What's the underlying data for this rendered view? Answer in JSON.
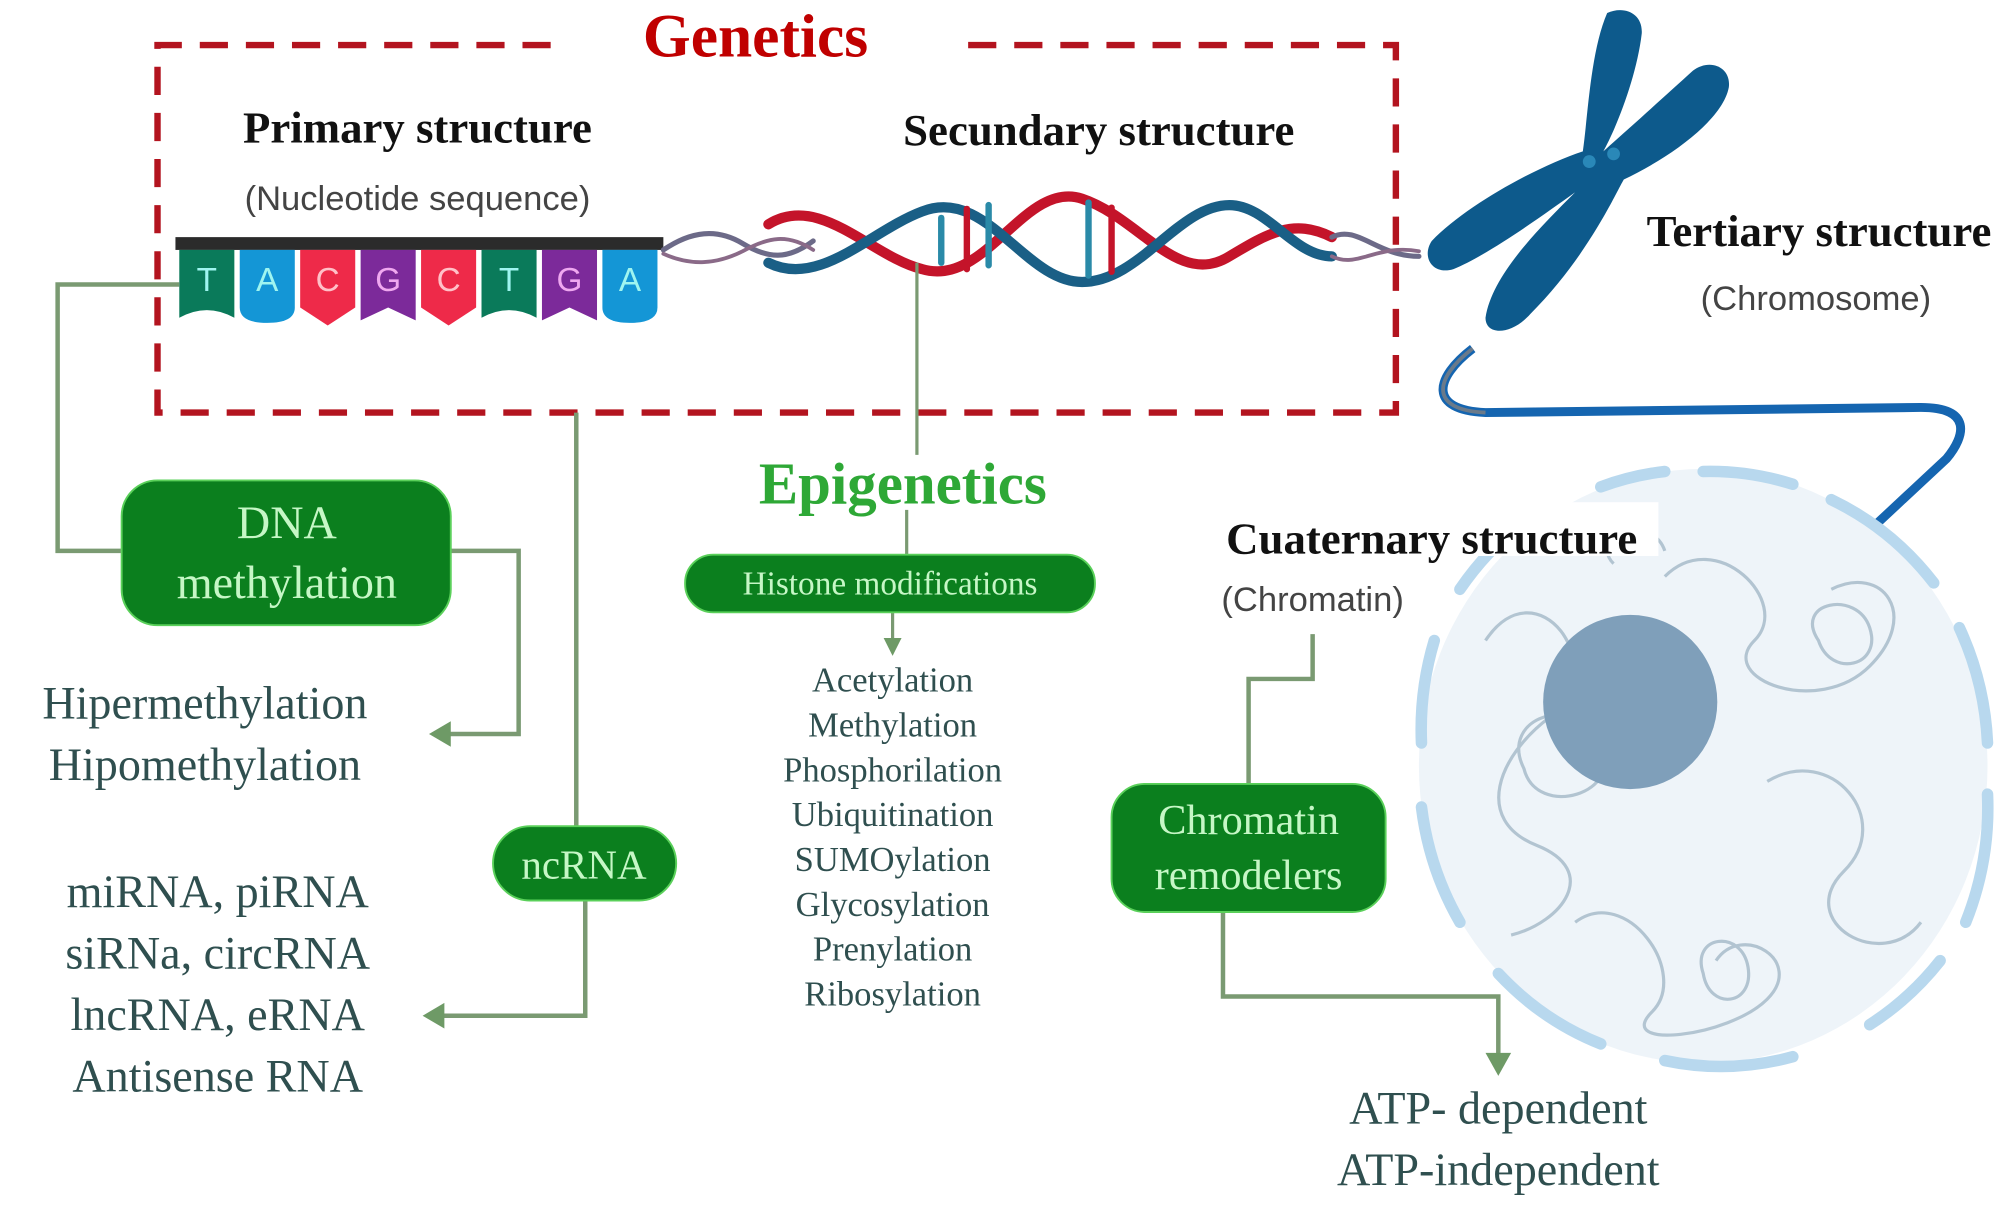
{
  "colors": {
    "genetics_red": "#c00000",
    "dashed_box": "#b3141f",
    "epigenetics_green": "#2ea836",
    "box_green": "#0b7f1e",
    "box_text": "#c6f7c6",
    "connector": "#7a9a72",
    "chromosome_blue": "#0d5a8c",
    "nucleus_fill": "#eef4f9",
    "nucleolus": "#7f9fba",
    "nucleotide_T": "#0a7a5a",
    "nucleotide_A": "#1496d6",
    "nucleotide_C": "#ee2a49",
    "nucleotide_G": "#7c2a9a"
  },
  "genetics": {
    "title": "Genetics",
    "primary": {
      "title": "Primary structure",
      "subtitle": "(Nucleotide sequence)"
    },
    "nucleotides": [
      "T",
      "A",
      "C",
      "G",
      "C",
      "T",
      "G",
      "A"
    ],
    "secondary": {
      "title": "Secundary structure"
    }
  },
  "tertiary": {
    "title": "Tertiary structure",
    "subtitle": "(Chromosome)"
  },
  "quaternary": {
    "title": "Cuaternary structure",
    "subtitle": "(Chromatin)"
  },
  "epigenetics": {
    "title": "Epigenetics",
    "dna_methylation": {
      "label_line1": "DNA",
      "label_line2": "methylation",
      "items": [
        "Hipermethylation",
        "Hipomethylation"
      ]
    },
    "ncrna": {
      "label": "ncRNA",
      "items": [
        "miRNA, piRNA",
        "siRNa, circRNA",
        "lncRNA, eRNA",
        "Antisense RNA"
      ]
    },
    "histone": {
      "label": "Histone modifications",
      "items": [
        "Acetylation",
        "Methylation",
        "Phosphorilation",
        "Ubiquitination",
        "SUMOylation",
        "Glycosylation",
        "Prenylation",
        "Ribosylation"
      ]
    },
    "chromatin_remodelers": {
      "label_line1": "Chromatin",
      "label_line2": "remodelers",
      "items": [
        "ATP- dependent",
        "ATP-independent"
      ]
    }
  }
}
